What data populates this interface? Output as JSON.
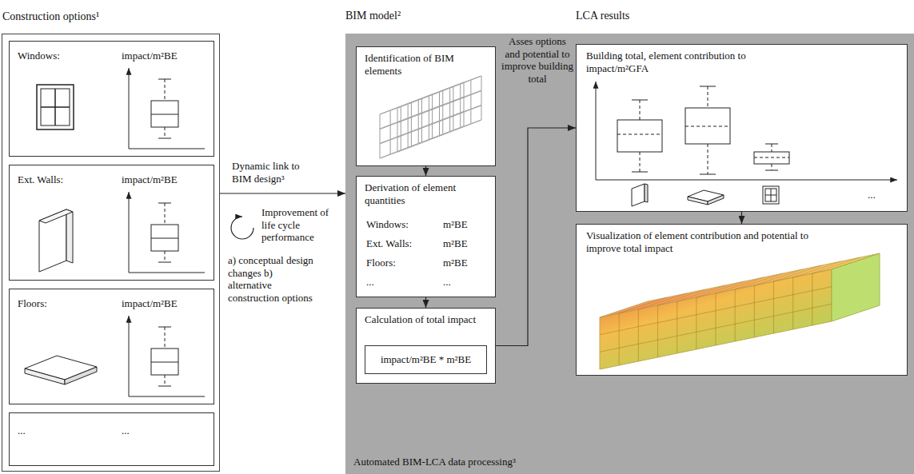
{
  "diagram": {
    "nodes": [
      {
        "text": [
          "Construction options¹"
        ]
      },
      {
        "text": [
          "Windows:",
          "impact/m²BE"
        ],
        "in": 0
      },
      {
        "text": [
          "Ext. Walls:",
          "impact/m²BE"
        ],
        "in": 0
      },
      {
        "text": [
          "Floors:",
          "impact/m²BE"
        ],
        "in": 0
      },
      {
        "text": [
          "...",
          "..."
        ],
        "in": 0
      },
      {
        "text": [
          "BIM model²",
          "LCA results",
          "Automated BIM-LCA data processing³"
        ]
      },
      {
        "text": [
          "Identification of BIM elements"
        ],
        "in": 5
      },
      {
        "text": [
          "Derivation of element quantities",
          "Windows:",
          "m²BE",
          "Ext. Walls:",
          "m²BE",
          "Floors:",
          "m²BE",
          "...",
          "..."
        ],
        "in": 5
      },
      {
        "text": [
          "Calculation of total impact"
        ],
        "in": 5
      },
      {
        "text": [
          "impact/m²BE * m²BE"
        ],
        "in": 8
      },
      {
        "text": [
          "Building total, element contribution to impact/m²GFA"
        ],
        "in": 5
      },
      {
        "text": [
          "Visualization of element contribution and potential to improve total impact"
        ],
        "in": 5
      }
    ],
    "edges": [
      {
        "from": 0,
        "to": 5,
        "arrow": "to",
        "label": "Dynamic link to BIM design³"
      },
      {
        "from": 6,
        "to": 7,
        "arrow": "to"
      },
      {
        "from": 7,
        "to": 8,
        "arrow": "to"
      },
      {
        "from": 8,
        "to": 10,
        "arrow": "to"
      },
      {
        "from": 10,
        "to": 11,
        "arrow": "to"
      }
    ],
    "labels": [
      "Asses options and potential to improve building total",
      "Improvement of life cycle performance",
      "a) conceptual design changes b) alternative construction options",
      "..."
    ]
  }
}
